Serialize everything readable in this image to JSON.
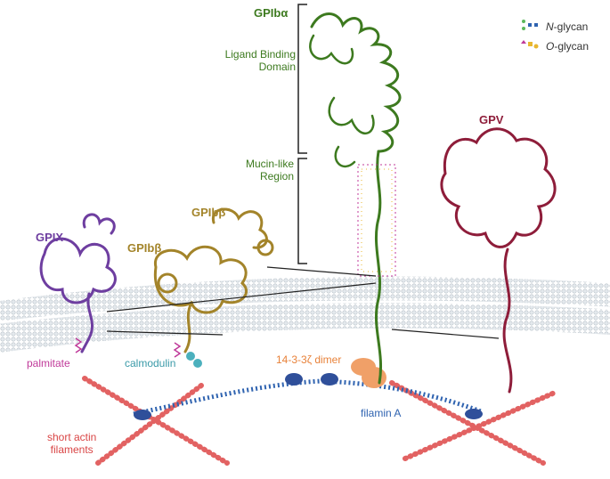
{
  "labels": {
    "gp1ba": "GPIbα",
    "ligand_binding_1": "Ligand Binding",
    "ligand_binding_2": "Domain",
    "mucin_1": "Mucin-like",
    "mucin_2": "Region",
    "gpv": "GPV",
    "gpix": "GPIX",
    "gp1bb_left": "GPIbβ",
    "gp1bb_top": "GPIbβ",
    "palmitate": "palmitate",
    "calmodulin": "calmodulin",
    "dimer": "14-3-3ζ dimer",
    "filamin": "filamin A",
    "actin_1": "short actin",
    "actin_2": "filaments"
  },
  "legend": {
    "n_glycan_prefix": "N",
    "n_glycan_suffix": "-glycan",
    "o_glycan_prefix": "O",
    "o_glycan_suffix": "-glycan"
  },
  "colors": {
    "gp1ba": "#3d7a1f",
    "gp1bb": "#a3842a",
    "gpix": "#6e3ea0",
    "gpv": "#8e1d3a",
    "palmitate": "#c03a9a",
    "calmodulin": "#3a9aa8",
    "dimer": "#e8823a",
    "filamin": "#2f63b0",
    "actin": "#d94545",
    "membrane": "#cfd6dc"
  },
  "icons": [
    "n-glycan-icon",
    "o-glycan-icon"
  ]
}
